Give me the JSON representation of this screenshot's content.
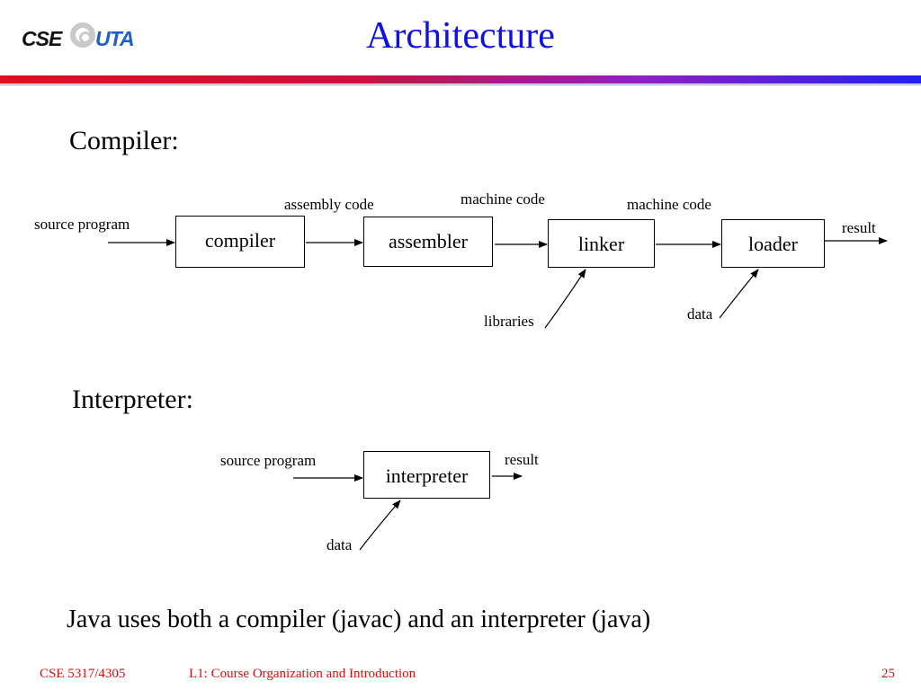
{
  "header": {
    "logo": {
      "left": "CSE",
      "right": "UTA"
    },
    "title": "Architecture"
  },
  "compiler_section": {
    "heading": "Compiler:",
    "boxes": {
      "compiler": "compiler",
      "assembler": "assembler",
      "linker": "linker",
      "loader": "loader"
    },
    "labels": {
      "source_program": "source program",
      "assembly_code": "assembly code",
      "machine_code_1": "machine code",
      "machine_code_2": "machine code",
      "result": "result",
      "libraries": "libraries",
      "data": "data"
    }
  },
  "interpreter_section": {
    "heading": "Interpreter:",
    "box": "interpreter",
    "labels": {
      "source_program": "source program",
      "result": "result",
      "data": "data"
    }
  },
  "note": "Java uses both a compiler (javac) and an interpreter (java)",
  "footer": {
    "course": "CSE 5317/4305",
    "lecture": "L1: Course Organization and Introduction",
    "page": "25"
  },
  "colors": {
    "title": "#1010e6",
    "footer": "#d01010",
    "logo_accent": "#1f5fc7"
  }
}
